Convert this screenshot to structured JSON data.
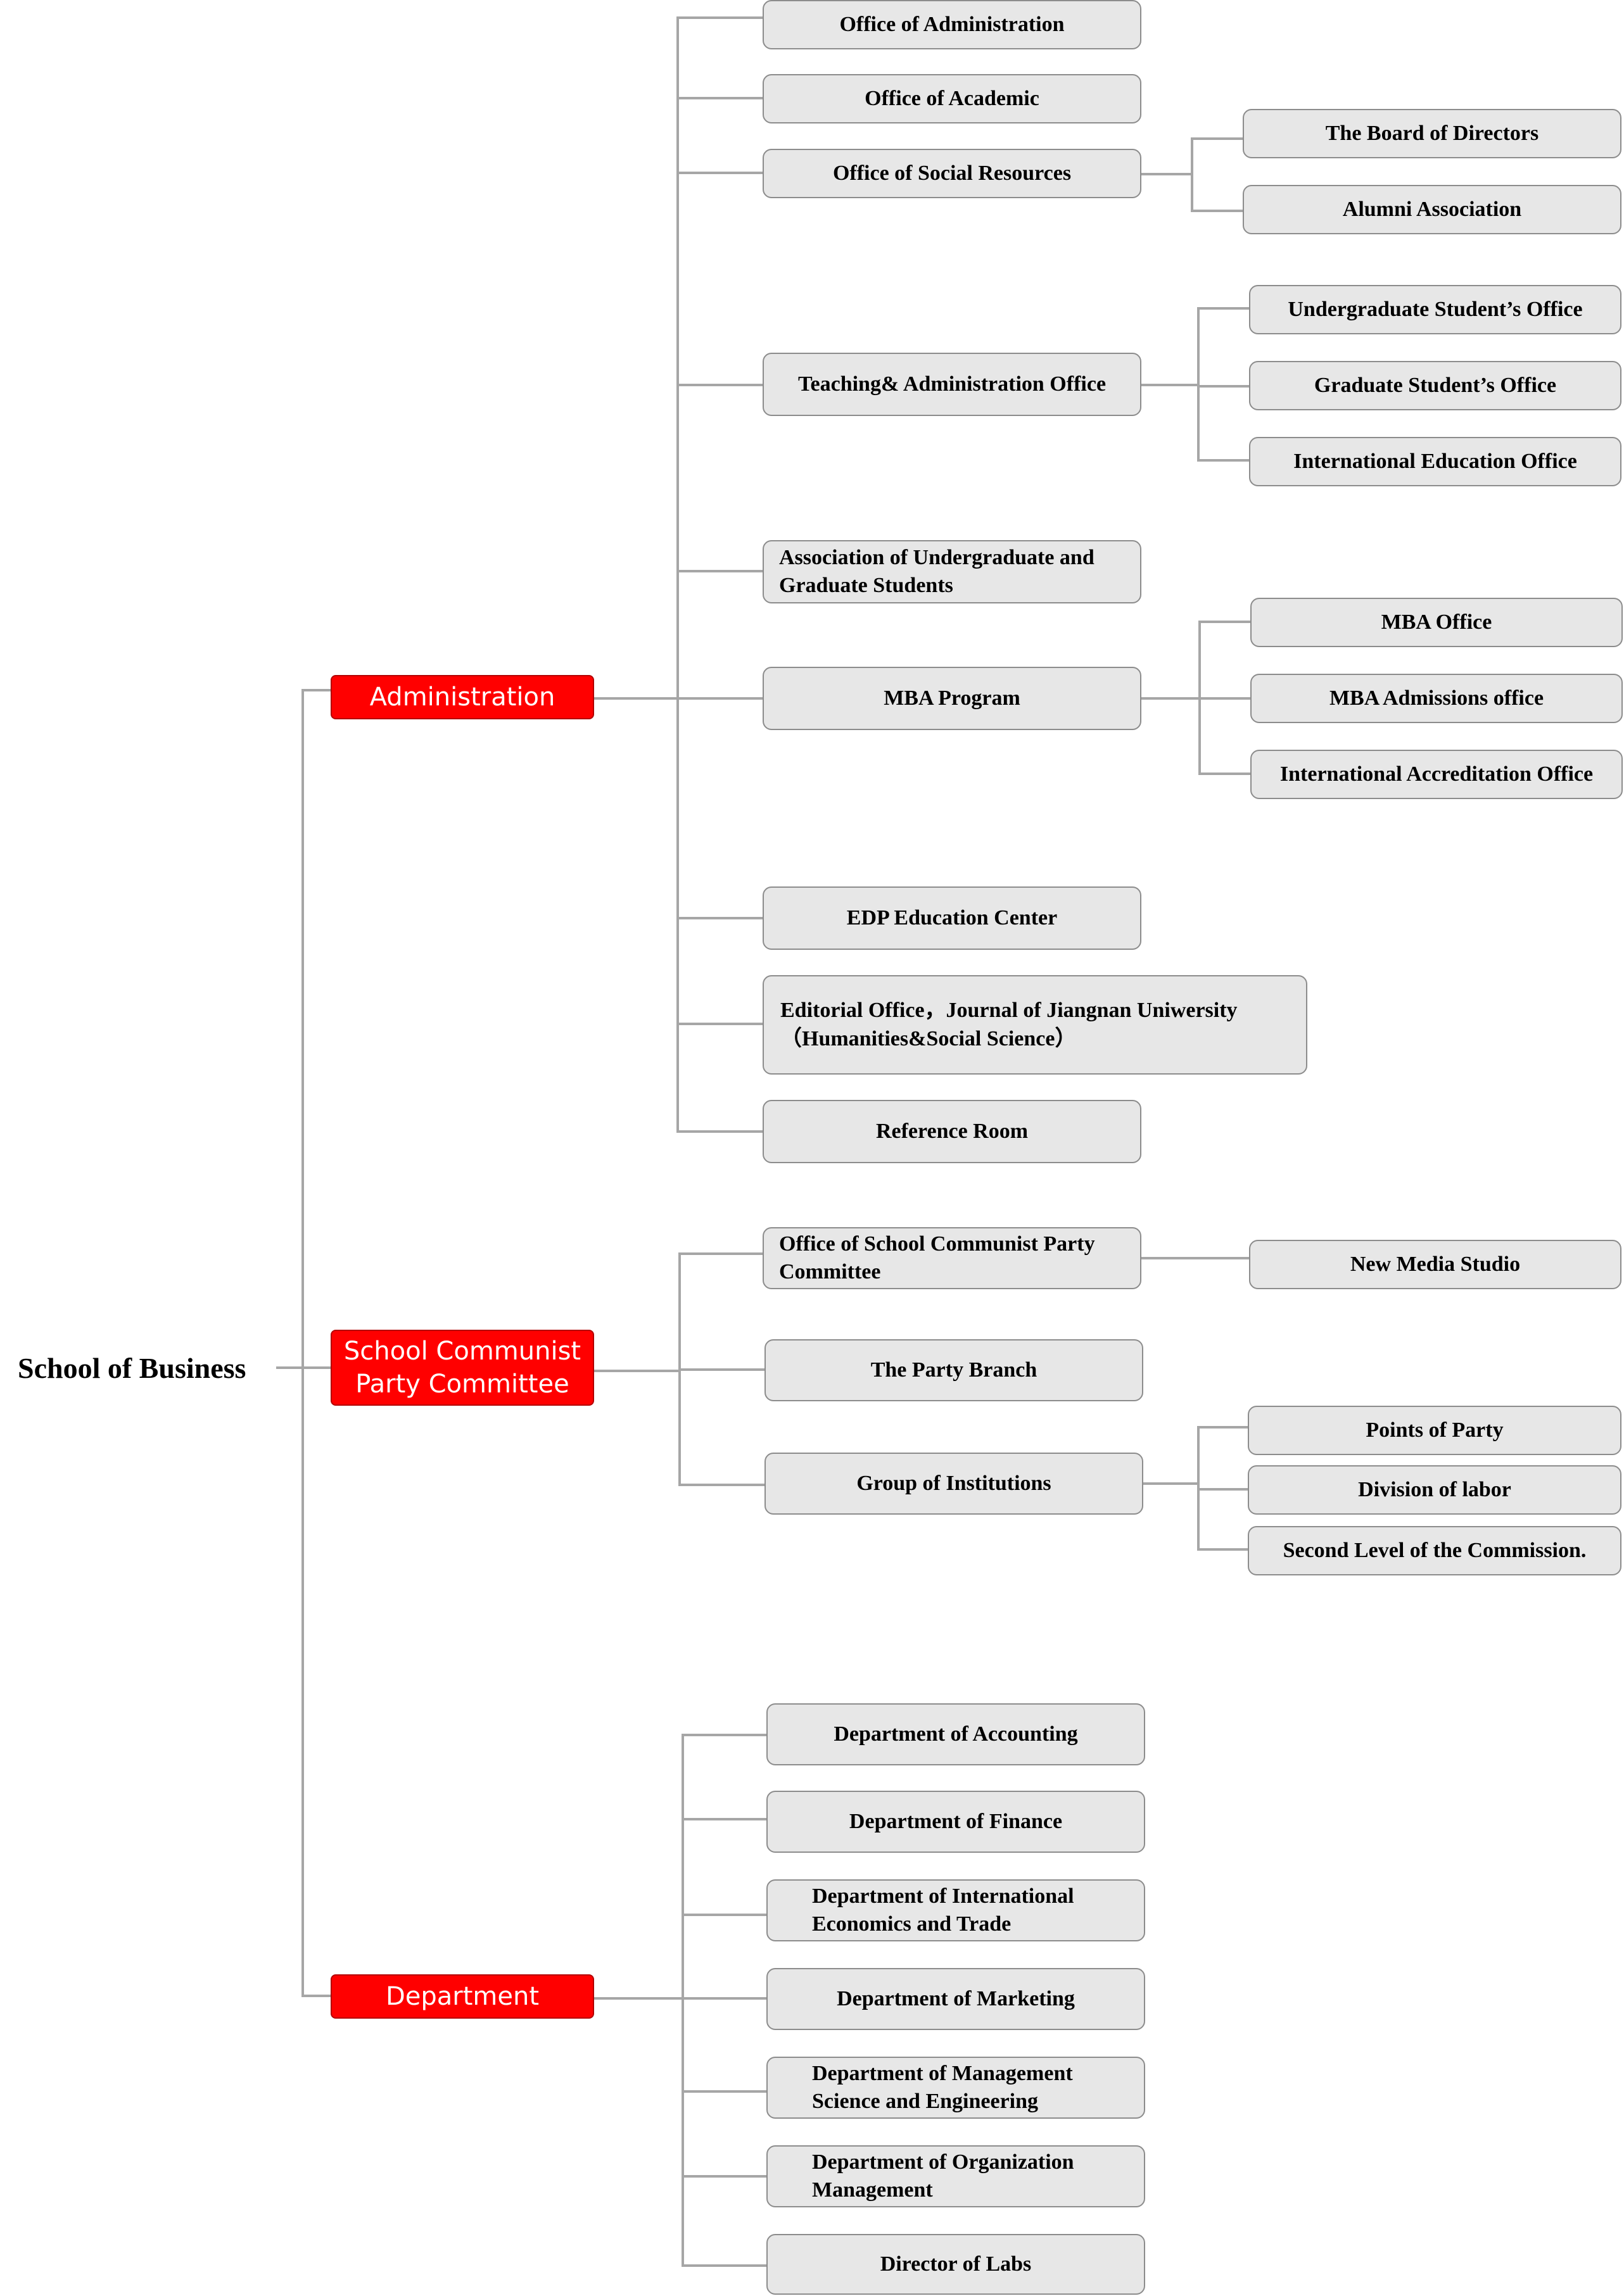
{
  "root": {
    "label": "School of Business"
  },
  "categories": {
    "administration": {
      "label": "Administration",
      "children": {
        "office_administration": {
          "label": "Office of Administration"
        },
        "office_academic": {
          "label": "Office of Academic"
        },
        "office_social_resources": {
          "label": "Office of Social Resources",
          "children": {
            "board_of_directors": {
              "label": "The Board of Directors"
            },
            "alumni_association": {
              "label": "Alumni Association"
            }
          }
        },
        "teaching_administration": {
          "label": "Teaching& Administration Office",
          "children": {
            "undergraduate_office": {
              "label": "Undergraduate Student’s Office"
            },
            "graduate_office": {
              "label": "Graduate Student’s Office"
            },
            "international_education": {
              "label": "International Education Office"
            }
          }
        },
        "student_association": {
          "label": "Association of Undergraduate and Graduate Students"
        },
        "mba_program": {
          "label": "MBA Program",
          "children": {
            "mba_office": {
              "label": "MBA Office"
            },
            "mba_admissions": {
              "label": "MBA Admissions office"
            },
            "international_accreditation": {
              "label": "International Accreditation Office"
            }
          }
        },
        "edp_center": {
          "label": "EDP Education Center"
        },
        "editorial_office": {
          "line1": "Editorial Office，Journal of Jiangnan Uniwersity",
          "line2": "（Humanities&Social Science）"
        },
        "reference_room": {
          "label": "Reference Room"
        }
      }
    },
    "party_committee": {
      "label": "School Communist Party Committee",
      "children": {
        "party_office": {
          "label": "Office of School Communist Party Committee",
          "children": {
            "new_media_studio": {
              "label": "New Media Studio"
            }
          }
        },
        "party_branch": {
          "label": "The Party Branch"
        },
        "group_institutions": {
          "label": "Group of Institutions",
          "children": {
            "points_of_party": {
              "label": "Points of Party"
            },
            "division_of_labor": {
              "label": "Division of labor"
            },
            "second_level_commission": {
              "label": "Second Level of the Commission."
            }
          }
        }
      }
    },
    "department": {
      "label": "Department",
      "children": {
        "accounting": {
          "label": "Department of Accounting"
        },
        "finance": {
          "label": "Department of Finance"
        },
        "international_economics": {
          "label": "Department of International Economics and Trade"
        },
        "marketing": {
          "label": "Department of Marketing"
        },
        "management_science": {
          "label": "Department of Management Science and Engineering"
        },
        "organization_management": {
          "label": "Department of Organization Management"
        },
        "director_of_labs": {
          "label": "Director of Labs"
        }
      }
    }
  }
}
